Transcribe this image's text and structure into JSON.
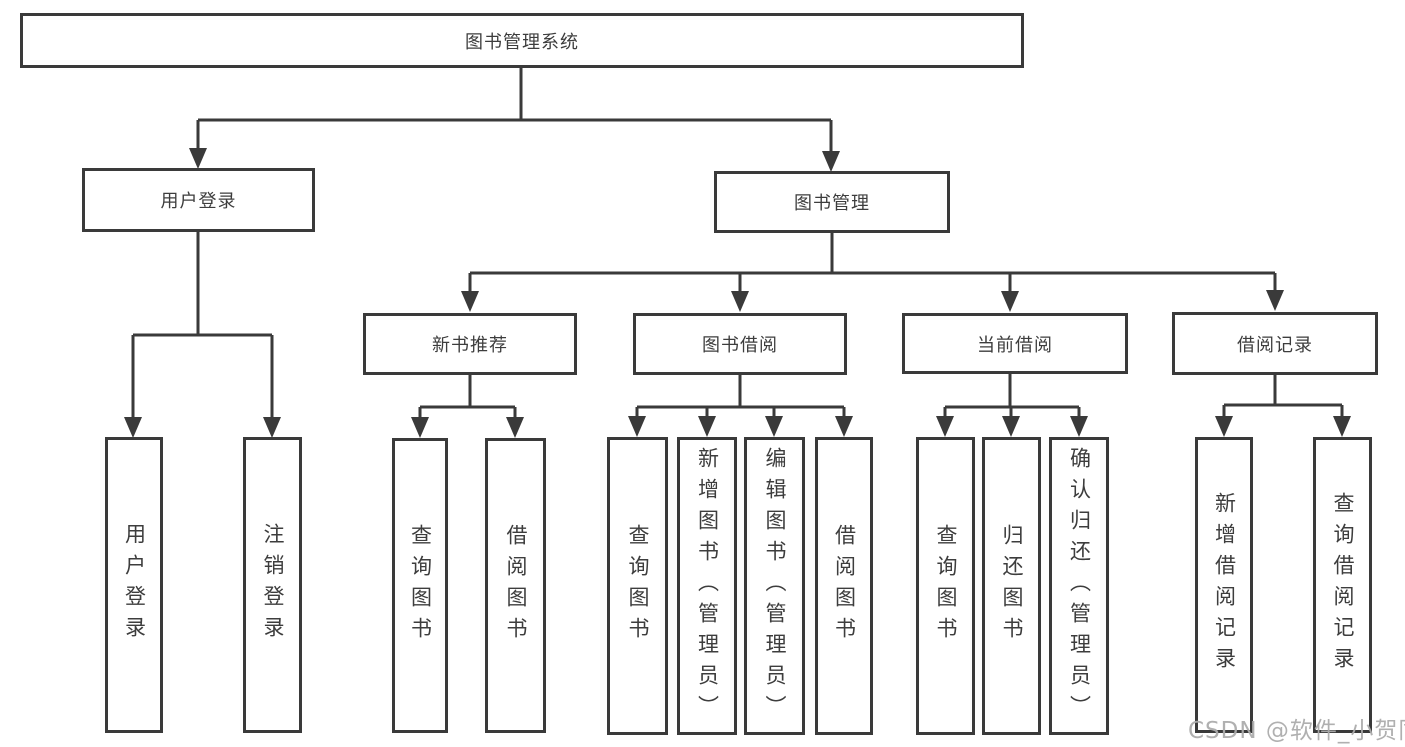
{
  "diagram_title": "图书管理系统",
  "tree": {
    "root": {
      "label": "图书管理系统",
      "children": [
        {
          "label": "用户登录",
          "children": [
            {
              "label": "用户登录"
            },
            {
              "label": "注销登录"
            }
          ]
        },
        {
          "label": "图书管理",
          "children": [
            {
              "label": "新书推荐",
              "children": [
                {
                  "label": "查询图书"
                },
                {
                  "label": "借阅图书"
                }
              ]
            },
            {
              "label": "图书借阅",
              "children": [
                {
                  "label": "查询图书"
                },
                {
                  "label": "新增图书（管理员）"
                },
                {
                  "label": "编辑图书（管理员）"
                },
                {
                  "label": "借阅图书"
                }
              ]
            },
            {
              "label": "当前借阅",
              "children": [
                {
                  "label": "查询图书"
                },
                {
                  "label": "归还图书"
                },
                {
                  "label": "确认归还（管理员）"
                }
              ]
            },
            {
              "label": "借阅记录",
              "children": [
                {
                  "label": "新增借阅记录"
                },
                {
                  "label": "查询借阅记录"
                }
              ]
            }
          ]
        }
      ]
    }
  },
  "watermark": {
    "text": "CSDN @软件_小贺同学"
  },
  "colors": {
    "line": "#3a3a3a",
    "text": "#3d3d3d",
    "background": "#ffffff",
    "watermark": "#acacac"
  }
}
